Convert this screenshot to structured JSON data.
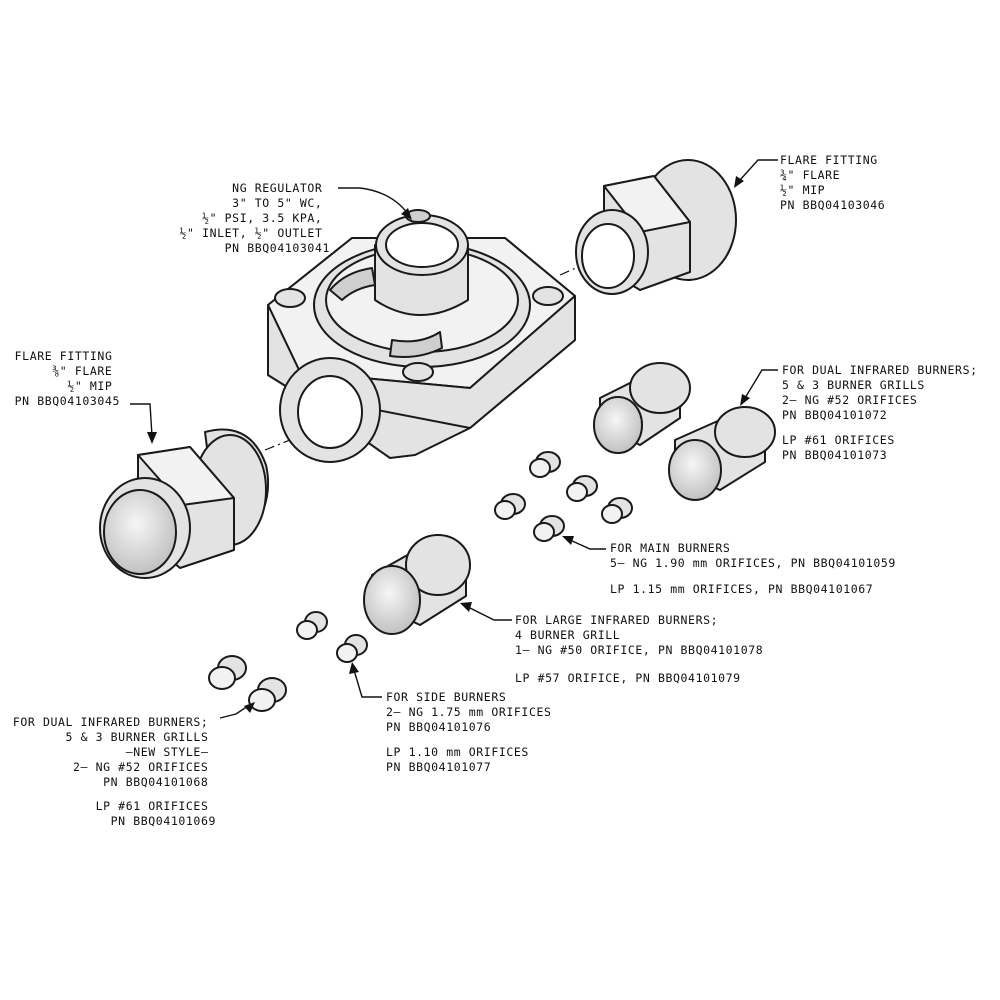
{
  "labels": {
    "ng_regulator": [
      "NG REGULATOR",
      "3\" TO 5\" WC,",
      "½\" PSI, 3.5 KPA,",
      "½\" INLET, ½\" OUTLET",
      "PN BBQ04103041"
    ],
    "flare_fitting_right": [
      "FLARE FITTING",
      "¾\" FLARE",
      "½\" MIP",
      "PN BBQ04103046"
    ],
    "flare_fitting_left": [
      "FLARE FITTING",
      "⅜\" FLARE",
      "½\" MIP",
      "PN BBQ04103045"
    ],
    "dual_infrared_right": [
      "FOR DUAL INFRARED BURNERS;",
      "5 & 3 BURNER GRILLS",
      "2– NG #52 ORIFICES",
      "PN BBQ04101072",
      "",
      "LP #61 ORIFICES",
      "PN BBQ04101073"
    ],
    "main_burners": [
      "FOR MAIN BURNERS",
      "5– NG 1.90 mm ORIFICES, PN BBQ04101059",
      "",
      "LP 1.15 mm ORIFICES, PN BBQ04101067"
    ],
    "large_infrared": [
      "FOR LARGE INFRARED BURNERS;",
      "4 BURNER GRILL",
      "1– NG #50 ORIFICE, PN BBQ04101078",
      "",
      "LP #57 ORIFICE, PN BBQ04101079"
    ],
    "side_burners": [
      "FOR SIDE BURNERS",
      "2– NG 1.75 mm ORIFICES",
      "PN BBQ04101076",
      "",
      "LP 1.10 mm ORIFICES",
      "PN BBQ04101077"
    ],
    "dual_infrared_left": [
      "FOR DUAL INFRARED BURNERS;",
      "5 & 3 BURNER GRILLS",
      "–NEW STYLE–",
      "2– NG #52 ORIFICES",
      "PN BBQ04101068",
      "",
      "LP #61 ORIFICES",
      "PN BBQ04101069"
    ]
  },
  "colors": {
    "line": "#1a1a1a",
    "fill": "#e3e3e3",
    "background": "#ffffff"
  }
}
